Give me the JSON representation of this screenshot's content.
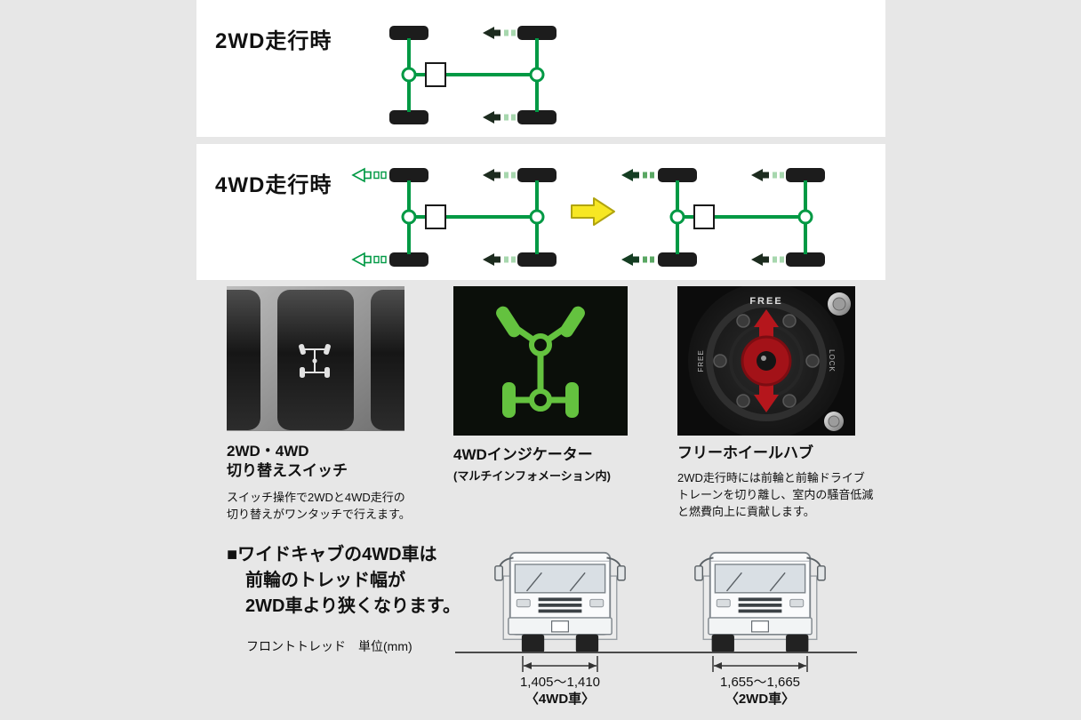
{
  "colors": {
    "page_bg": "#e7e7e7",
    "panel_bg": "#ffffff",
    "drivetrain_green": "#009944",
    "arrow_dark": "#1c2b1e",
    "arrow_light_green": "#a7d7ae",
    "transition_arrow_yellow": "#f7e723",
    "indicator_green": "#64c23f",
    "hub_lever_red": "#b5161c"
  },
  "diagrams": {
    "mode_2wd": {
      "title": "2WD走行時"
    },
    "mode_4wd": {
      "title": "4WD走行時"
    },
    "transition_icon": "yellow-right-arrow"
  },
  "features": {
    "switch": {
      "title_line1": "2WD・4WD",
      "title_line2": "切り替えスイッチ",
      "desc_line1": "スイッチ操作で2WDと4WD走行の",
      "desc_line2": "切り替えがワンタッチで行えます。",
      "icon": "drivetrain-switch-icon"
    },
    "indicator": {
      "title": "4WDインジケーター",
      "subtitle": "(マルチインフォメーション内)",
      "icon": "4wd-indicator-icon"
    },
    "hub": {
      "title": "フリーホイールハブ",
      "desc_line1": "2WD走行時には前輪と前輪ドライブ",
      "desc_line2": "トレーンを切り離し、室内の騒音低減",
      "desc_line3": "と燃費向上に貢献します。",
      "free_label": "FREE",
      "lock_label": "LOCK"
    }
  },
  "note": {
    "line1": "■ワイドキャブの4WD車は",
    "line2": "前輪のトレッド幅が",
    "line3": "2WD車より狭くなります。",
    "caption": "フロントトレッド　単位(mm)"
  },
  "tread": {
    "truck_4wd": {
      "value": "1,405〜1,410",
      "label": "〈4WD車〉"
    },
    "truck_2wd": {
      "value": "1,655〜1,665",
      "label": "〈2WD車〉"
    }
  }
}
